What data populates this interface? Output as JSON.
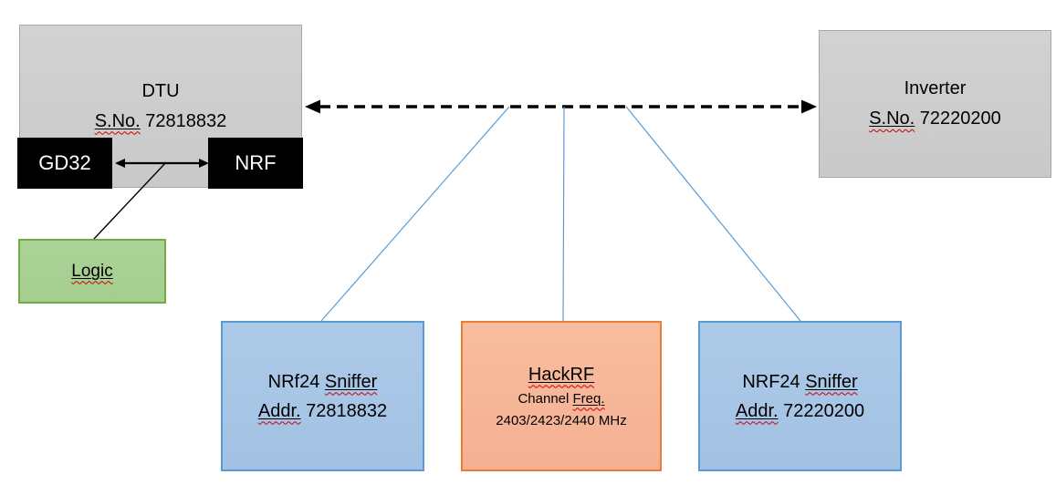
{
  "nodes": {
    "dtu": {
      "title": "DTU",
      "serial_label": "S.No.",
      "serial_value": " 72818832"
    },
    "gd32": {
      "label": "GD32"
    },
    "nrf": {
      "label": "NRF"
    },
    "logic": {
      "label": "Logic"
    },
    "inverter": {
      "title": "Inverter",
      "serial_label": "S.No.",
      "serial_value": " 72220200"
    },
    "sniffer_left": {
      "line1_a": "NRf24 ",
      "line1_b": "Sniffer",
      "line2_a": "Addr.",
      "line2_b": " 72818832"
    },
    "hackrf": {
      "title": "HackRF",
      "line2_a": "Channel ",
      "line2_b": "Freq.",
      "line3": "2403/2423/2440 MHz"
    },
    "sniffer_right": {
      "line1_a": "NRF24 ",
      "line1_b": "Sniffer",
      "line2_a": "Addr.",
      "line2_b": " 72220200"
    }
  },
  "colors": {
    "gray_fill": "#d2d2d2",
    "gray_border": "#a6a6a6",
    "black_fill": "#000000",
    "green_fill": "#a5ce91",
    "green_border": "#70ad47",
    "blue_fill": "#adc9e8",
    "blue_border": "#5b9bd5",
    "orange_fill": "#f8bda0",
    "orange_border": "#ed7d31",
    "connector_blue": "#5b9bd5",
    "line_black": "#000000",
    "squiggle": "#cc0000"
  }
}
